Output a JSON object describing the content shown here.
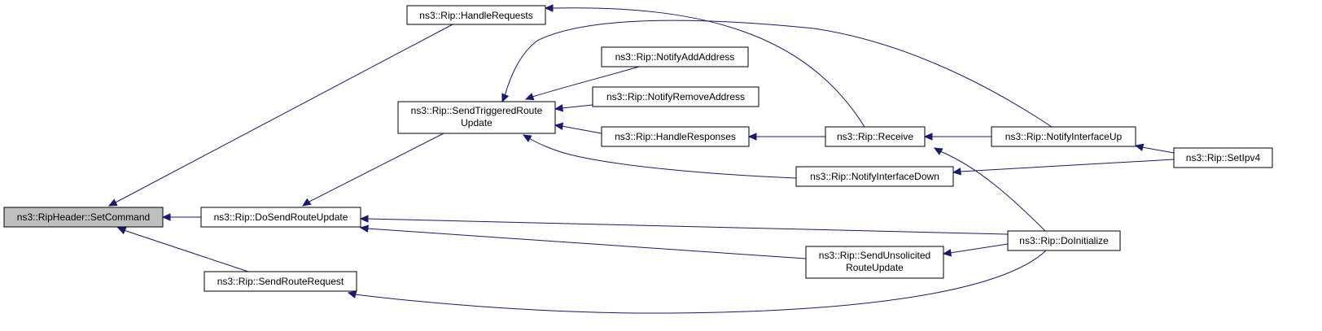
{
  "colors": {
    "edge": "#191970",
    "highlight_fill": "#bfbfbf",
    "node_fill": "#ffffff",
    "node_border": "#000000"
  },
  "nodes": {
    "set_command": {
      "lines": [
        "ns3::RipHeader::SetCommand"
      ]
    },
    "handle_requests": {
      "lines": [
        "ns3::Rip::HandleRequests"
      ]
    },
    "send_triggered": {
      "lines": [
        "ns3::Rip::SendTriggeredRoute",
        "Update"
      ]
    },
    "do_send": {
      "lines": [
        "ns3::Rip::DoSendRouteUpdate"
      ]
    },
    "send_route_request": {
      "lines": [
        "ns3::Rip::SendRouteRequest"
      ]
    },
    "notify_add": {
      "lines": [
        "ns3::Rip::NotifyAddAddress"
      ]
    },
    "notify_remove": {
      "lines": [
        "ns3::Rip::NotifyRemoveAddress"
      ]
    },
    "handle_responses": {
      "lines": [
        "ns3::Rip::HandleResponses"
      ]
    },
    "notify_down": {
      "lines": [
        "ns3::Rip::NotifyInterfaceDown"
      ]
    },
    "send_unsolicited": {
      "lines": [
        "ns3::Rip::SendUnsolicited",
        "RouteUpdate"
      ]
    },
    "receive": {
      "lines": [
        "ns3::Rip::Receive"
      ]
    },
    "notify_up": {
      "lines": [
        "ns3::Rip::NotifyInterfaceUp"
      ]
    },
    "do_initialize": {
      "lines": [
        "ns3::Rip::DoInitialize"
      ]
    },
    "set_ipv4": {
      "lines": [
        "ns3::Rip::SetIpv4"
      ]
    }
  },
  "edges": [
    {
      "from": "handle_requests",
      "to": "set_command"
    },
    {
      "from": "do_send",
      "to": "set_command"
    },
    {
      "from": "send_route_request",
      "to": "set_command"
    },
    {
      "from": "receive",
      "to": "handle_requests"
    },
    {
      "from": "send_triggered",
      "to": "do_send"
    },
    {
      "from": "notify_add",
      "to": "send_triggered"
    },
    {
      "from": "notify_remove",
      "to": "send_triggered"
    },
    {
      "from": "handle_responses",
      "to": "send_triggered"
    },
    {
      "from": "notify_up",
      "to": "send_triggered"
    },
    {
      "from": "notify_down",
      "to": "send_triggered"
    },
    {
      "from": "receive",
      "to": "handle_responses"
    },
    {
      "from": "notify_up",
      "to": "receive"
    },
    {
      "from": "do_initialize",
      "to": "receive"
    },
    {
      "from": "set_ipv4",
      "to": "notify_up"
    },
    {
      "from": "set_ipv4",
      "to": "notify_down"
    },
    {
      "from": "do_initialize",
      "to": "do_send"
    },
    {
      "from": "send_unsolicited",
      "to": "do_send"
    },
    {
      "from": "do_initialize",
      "to": "send_unsolicited"
    },
    {
      "from": "do_initialize",
      "to": "send_route_request"
    }
  ]
}
